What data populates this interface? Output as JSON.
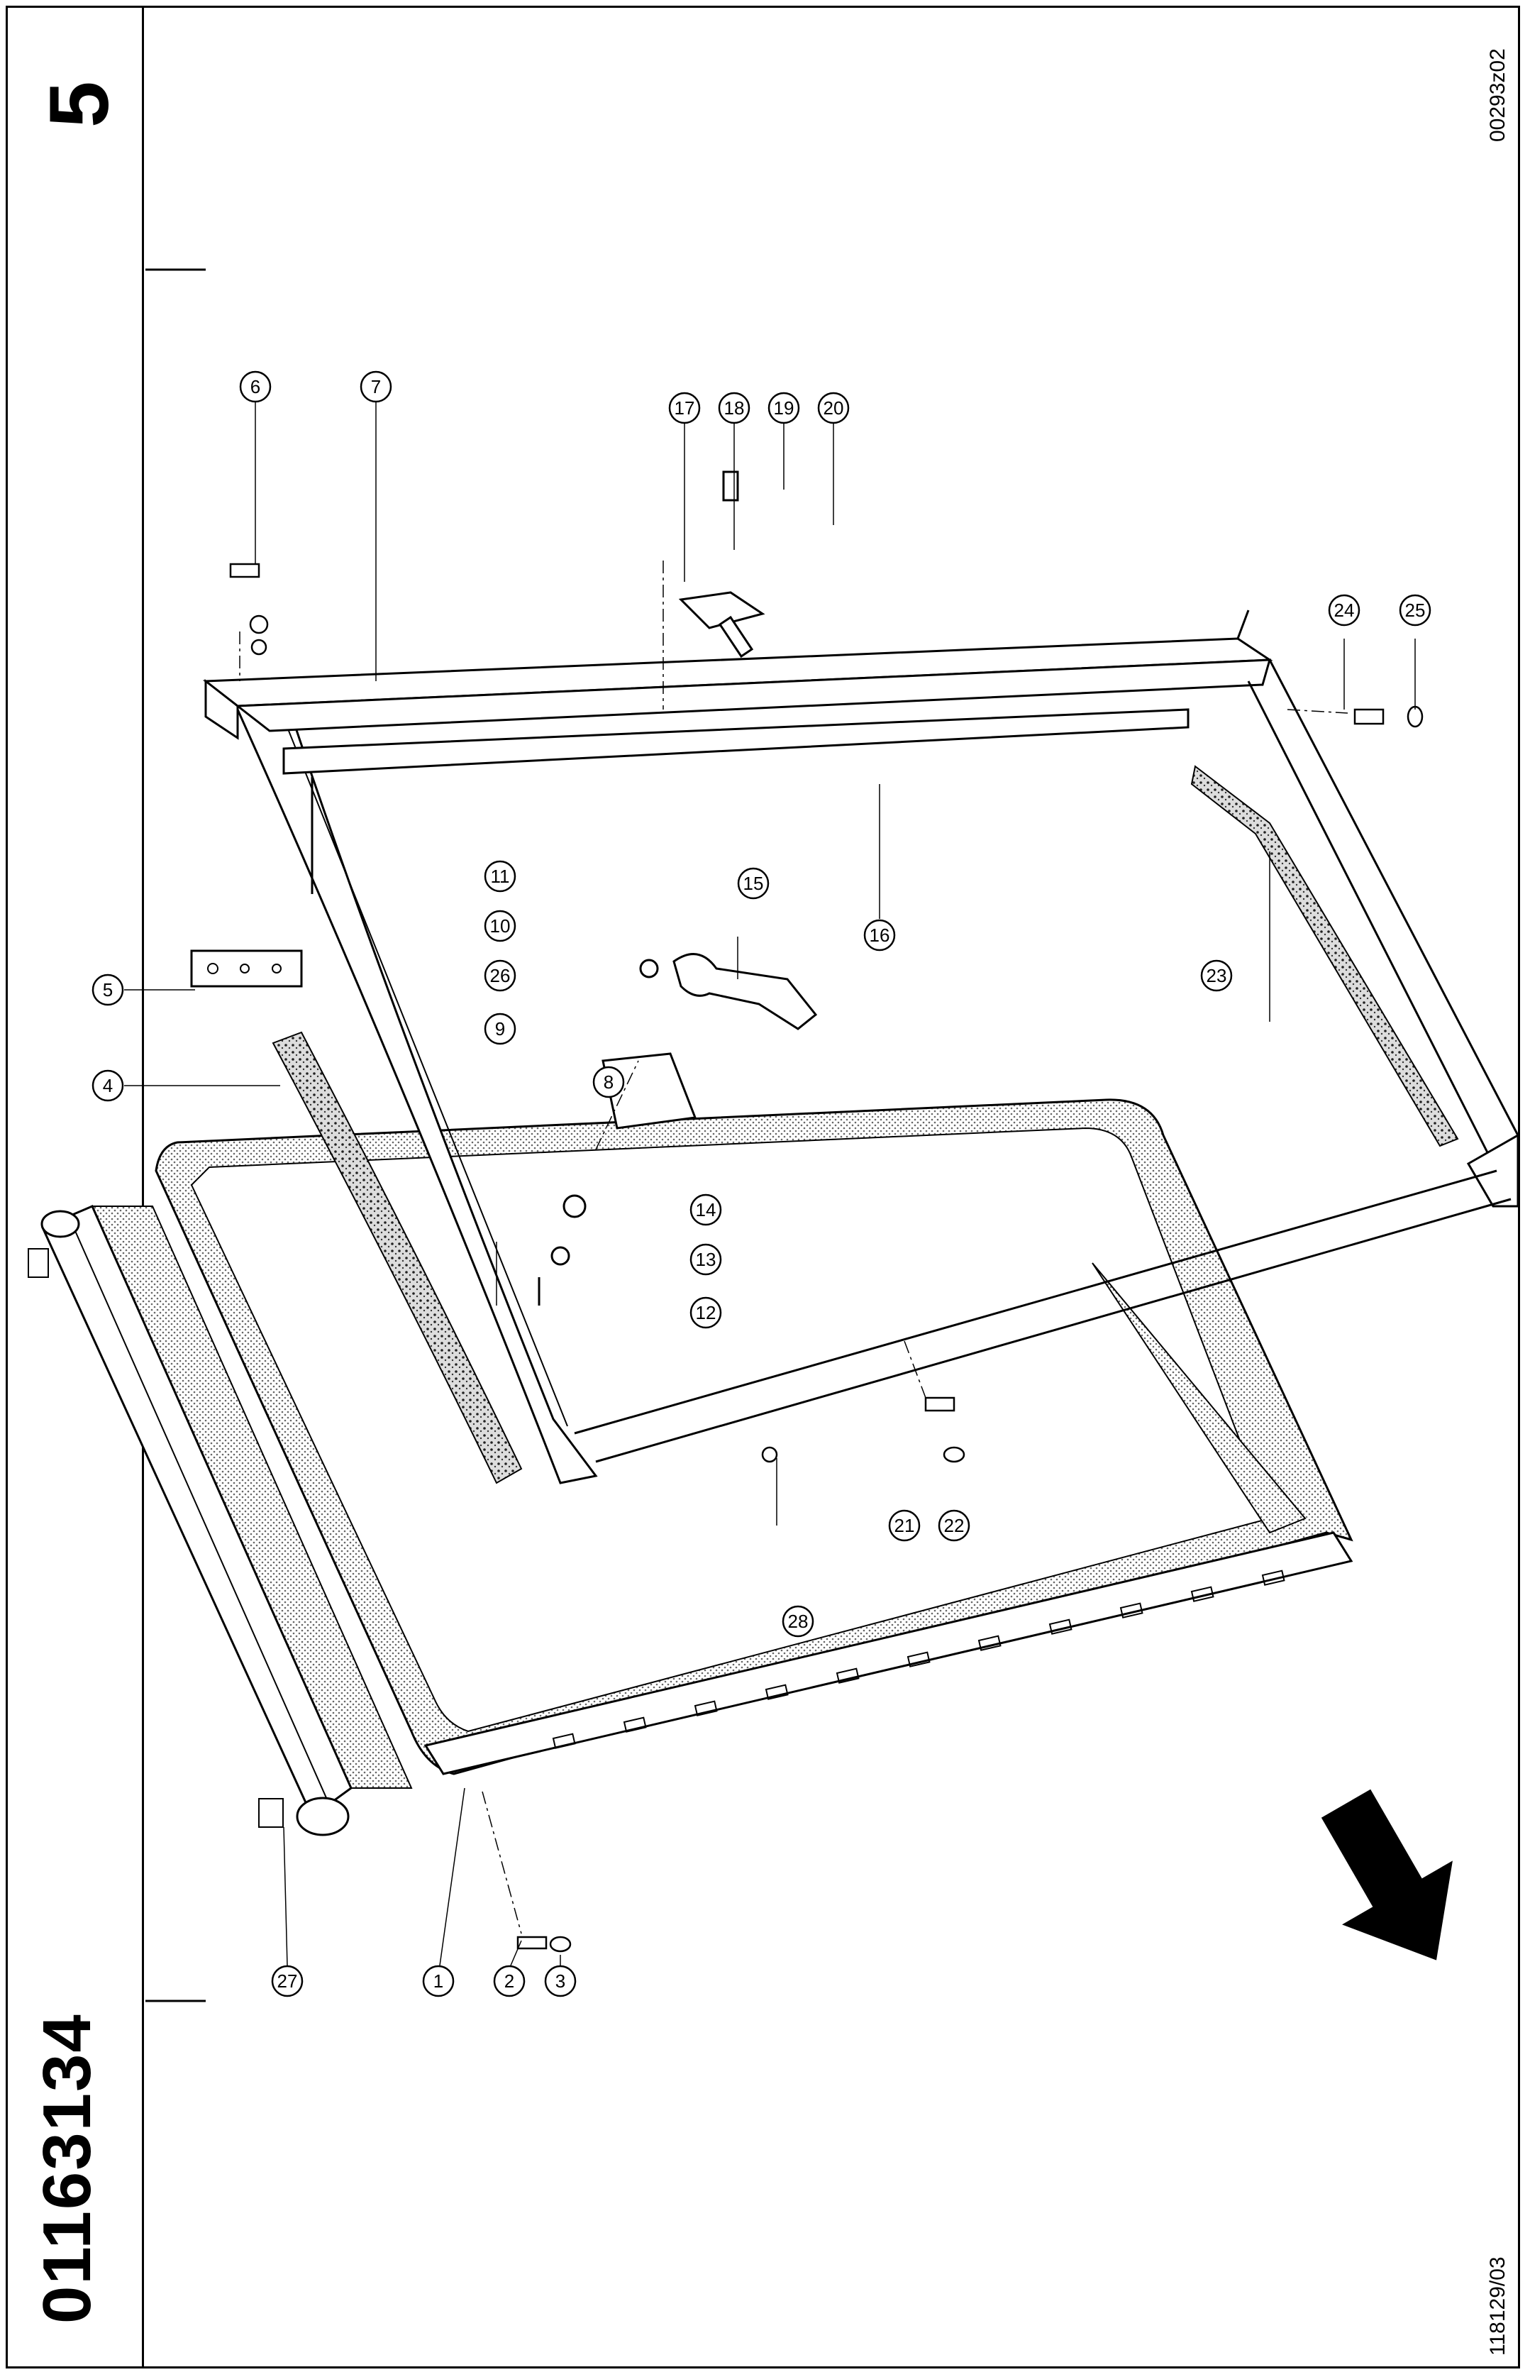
{
  "part_number": "01163134",
  "page_number": "5",
  "code_top": "00293z02",
  "code_bottom": "118129/03",
  "callouts": [
    {
      "id": "c1",
      "label": "1"
    },
    {
      "id": "c2",
      "label": "2"
    },
    {
      "id": "c3",
      "label": "3"
    },
    {
      "id": "c4",
      "label": "4"
    },
    {
      "id": "c5",
      "label": "5"
    },
    {
      "id": "c6",
      "label": "6"
    },
    {
      "id": "c7",
      "label": "7"
    },
    {
      "id": "c8",
      "label": "8"
    },
    {
      "id": "c9",
      "label": "9"
    },
    {
      "id": "c10",
      "label": "10"
    },
    {
      "id": "c11",
      "label": "11"
    },
    {
      "id": "c12",
      "label": "12"
    },
    {
      "id": "c13",
      "label": "13"
    },
    {
      "id": "c14",
      "label": "14"
    },
    {
      "id": "c15",
      "label": "15"
    },
    {
      "id": "c16",
      "label": "16"
    },
    {
      "id": "c17",
      "label": "17"
    },
    {
      "id": "c18",
      "label": "18"
    },
    {
      "id": "c19",
      "label": "19"
    },
    {
      "id": "c20",
      "label": "20"
    },
    {
      "id": "c21",
      "label": "21"
    },
    {
      "id": "c22",
      "label": "22"
    },
    {
      "id": "c23",
      "label": "23"
    },
    {
      "id": "c24",
      "label": "24"
    },
    {
      "id": "c25",
      "label": "25"
    },
    {
      "id": "c26",
      "label": "26"
    },
    {
      "id": "c27",
      "label": "27"
    },
    {
      "id": "c28",
      "label": "28"
    }
  ]
}
